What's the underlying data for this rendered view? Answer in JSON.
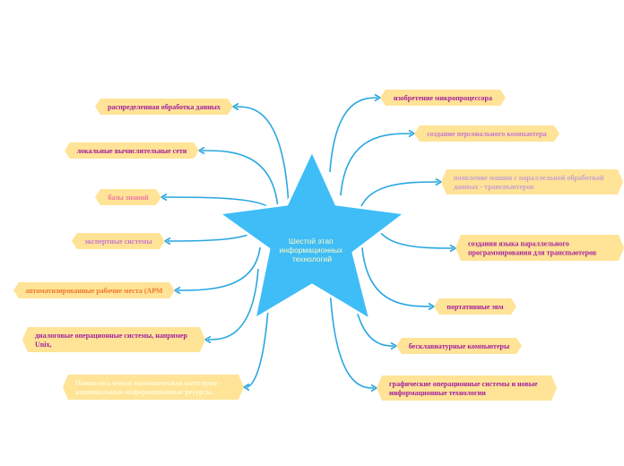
{
  "center": {
    "lines": [
      "Шестой этап",
      "информационных",
      "технологий"
    ],
    "color": "#3fbdf7",
    "text_color": "#fff9c4"
  },
  "style": {
    "node_fill": "#ffe396",
    "connector_color": "#29a7e1"
  },
  "nodes": [
    {
      "name": "node-distributed-processing",
      "lines": [
        "распределенная обработка данных"
      ],
      "color": "#a31fa0"
    },
    {
      "name": "node-local-networks",
      "lines": [
        "локальные вычислительные сети"
      ],
      "color": "#a31fa0"
    },
    {
      "name": "node-knowledge-bases",
      "lines": [
        "базы знаний"
      ],
      "color": "#ee79a3"
    },
    {
      "name": "node-expert-systems",
      "lines": [
        "экспертные системы"
      ],
      "color": "#c679d0"
    },
    {
      "name": "node-workstations",
      "lines": [
        "автоматизированные рабочие места (АРМ"
      ],
      "color": "#ee7a30"
    },
    {
      "name": "node-dialog-os",
      "lines": [
        "диалоговые операционные системы, например",
        "Unix,"
      ],
      "color": "#a31fa0"
    },
    {
      "name": "node-national-resources",
      "lines": [
        "Появилась новая экономическая категория -",
        "национальные информационные ресурсы."
      ],
      "color": "#fffad8"
    },
    {
      "name": "node-microprocessor",
      "lines": [
        "изобретение микропроцессора"
      ],
      "color": "#a31fa0"
    },
    {
      "name": "node-personal-computer",
      "lines": [
        "создание персонального компьютера"
      ],
      "color": "#c679d0"
    },
    {
      "name": "node-parallel-machines",
      "lines": [
        "появление машин с параллельной обработкой",
        "данных - транспьютеров"
      ],
      "color": "#c6a2cf"
    },
    {
      "name": "node-parallel-language",
      "lines": [
        "создания языка параллельного",
        "программирования для транспьютеров"
      ],
      "color": "#a31fa0"
    },
    {
      "name": "node-portable-computers",
      "lines": [
        "портативные эвм"
      ],
      "color": "#a31fa0"
    },
    {
      "name": "node-keyboardless",
      "lines": [
        "бесклавиатурные компьютеры"
      ],
      "color": "#a31fa0"
    },
    {
      "name": "node-graphical-os",
      "lines": [
        "графические операционные системы и новые",
        "информационные технологии"
      ],
      "color": "#a31fa0"
    }
  ]
}
